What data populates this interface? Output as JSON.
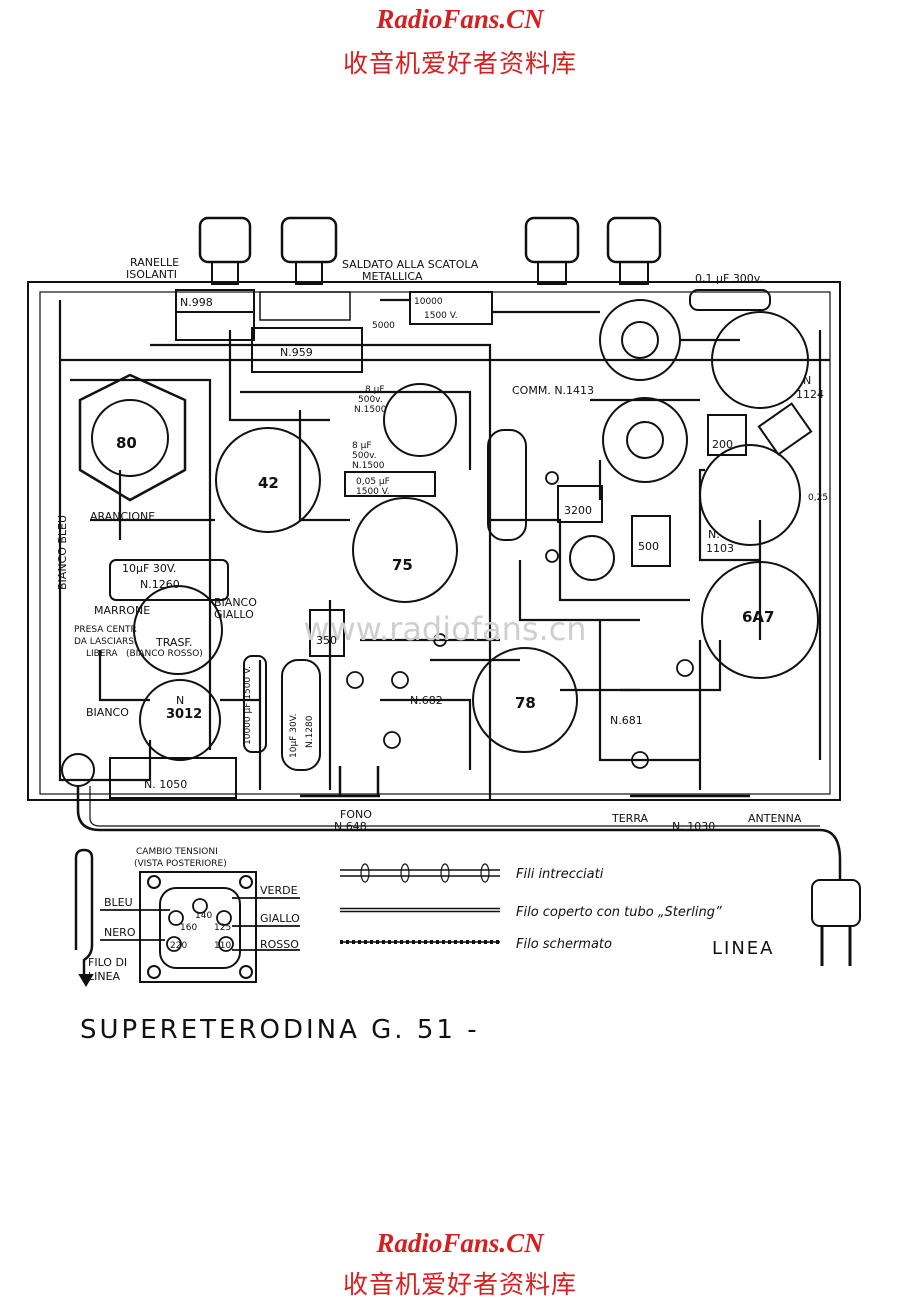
{
  "header": {
    "site": "RadioFans.CN",
    "subtitle": "收音机爱好者资料库"
  },
  "footer": {
    "site": "RadioFans.CN",
    "subtitle": "收音机爱好者资料库"
  },
  "title": "SUPERETERODINA G. 51 -",
  "tubes": {
    "t80": "80",
    "t42": "42",
    "t75": "75",
    "t78": "78",
    "t6a7": "6A7"
  },
  "labels": {
    "ranelle": "RANELLE",
    "isolanti": "ISOLANTI",
    "saldato1": "SALDATO ALLA SCATOLA",
    "saldato2": "METALLICA",
    "n998": "N.998",
    "n959": "N.959",
    "cap10000a": "10000",
    "cap10000b": "1500 V.",
    "cap5000": "5000",
    "cap01": "0,1 μF 300v.",
    "comm": "COMM. N.1413",
    "n1124a": "N",
    "n1124b": "1124",
    "c8a": "8 μF",
    "c8b": "500v.",
    "c8c": "N.1500",
    "c8d": "8 μF",
    "c8e": "500v.",
    "c8f": "N.1500",
    "c005a": "0,05 μF",
    "c005b": "1500 V.",
    "c3200": "3200",
    "c500": "500",
    "c200": "200",
    "c025": "0,25",
    "n1103a": "N.",
    "n1103b": "1103",
    "arancione": "ARANCIONE",
    "biancobleu": "BIANCO BLEU",
    "cap10uf": "10μF 30V.",
    "n1260": "N.1260",
    "marrone": "MARRONE",
    "biancogiallo1": "BIANCO",
    "biancogiallo2": "GIALLO",
    "presa1": "PRESA CENTR",
    "presa2": "DA LASCIARSI",
    "presa3": "LIBERA",
    "presa4": "(BIANCO ROSSO)",
    "trasf": "TRASF.",
    "bianco": "BIANCO",
    "n3012a": "N",
    "n3012b": "3012",
    "n1050": "N. 1050",
    "c350": "350",
    "c10000v": "10000 μF 1500 V.",
    "c10uf2": "10μF 30V.",
    "n1280": "N.1280",
    "n682": "N.682",
    "n681": "N.681",
    "fono1": "FONO",
    "fono2": "N.648",
    "terra": "TERRA",
    "antenna": "ANTENNA",
    "n1030": "N. 1030",
    "cambio1": "CAMBIO TENSIONI",
    "cambio2": "(VISTA POSTERIORE)",
    "bleu": "BLEU",
    "nero": "NERO",
    "verde": "VERDE",
    "giallo": "GIALLO",
    "rosso": "ROSSO",
    "v160": "160",
    "v140": "140",
    "v125": "125",
    "v220": "220",
    "v110": "110",
    "filo1": "FILO DI",
    "filo2": "LINEA",
    "leg1": "Fili intrecciati",
    "leg2": "Filo coperto con tubo „Sterling”",
    "leg3": "Filo schermato",
    "linea": "LINEA",
    "watermark": "www.radiofans.cn"
  }
}
